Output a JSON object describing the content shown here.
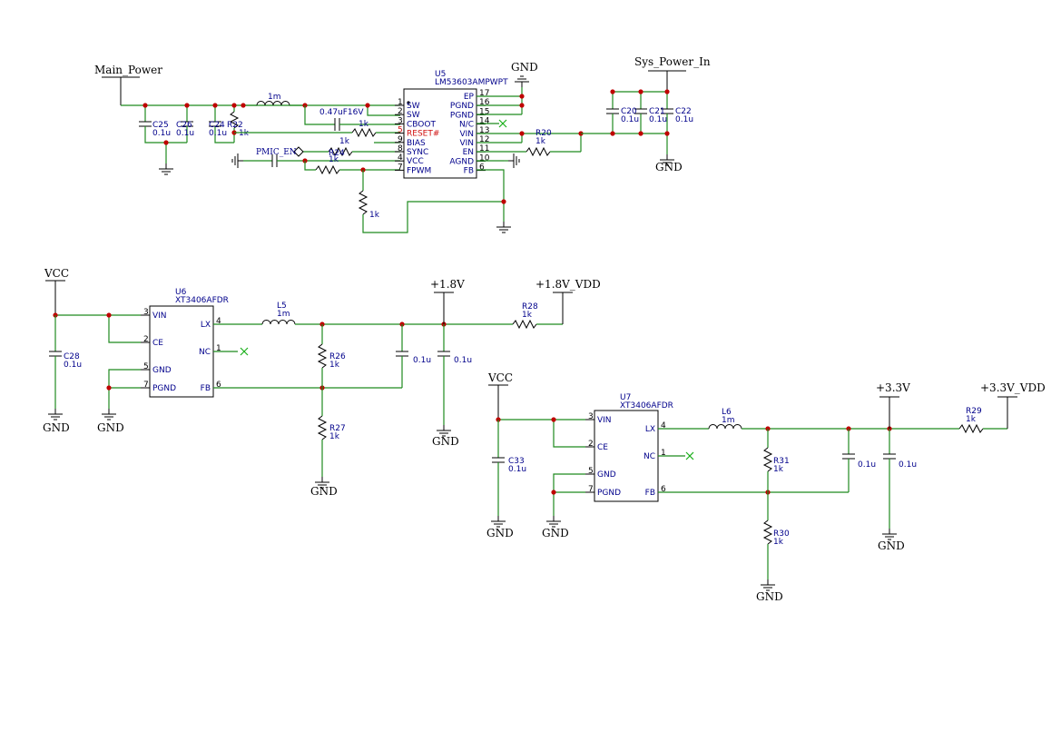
{
  "nets": {
    "main_power": "Main_Power",
    "sys_power_in": "Sys_Power_In",
    "gnd": "GND",
    "vcc": "VCC",
    "v18": "+1.8V",
    "v18_vdd": "+1.8V_VDD",
    "v33": "+3.3V",
    "v33_vdd": "+3.3V_VDD",
    "pmic_en": "PMIC_EN"
  },
  "u5": {
    "ref": "U5",
    "part": "LM53603AMPWPT",
    "left_pins": [
      {
        "num": "1",
        "name": "SW"
      },
      {
        "num": "2",
        "name": "SW"
      },
      {
        "num": "3",
        "name": "CBOOT"
      },
      {
        "num": "5",
        "name": "RESET#"
      },
      {
        "num": "9",
        "name": "BIAS"
      },
      {
        "num": "8",
        "name": "SYNC"
      },
      {
        "num": "4",
        "name": "VCC"
      },
      {
        "num": "7",
        "name": "FPWM"
      }
    ],
    "right_pins": [
      {
        "num": "17",
        "name": "EP"
      },
      {
        "num": "16",
        "name": "PGND"
      },
      {
        "num": "15",
        "name": "PGND"
      },
      {
        "num": "14",
        "name": "N/C"
      },
      {
        "num": "13",
        "name": "VIN"
      },
      {
        "num": "12",
        "name": "VIN"
      },
      {
        "num": "11",
        "name": "EN"
      },
      {
        "num": "10",
        "name": "AGND"
      },
      {
        "num": "6",
        "name": "FB"
      }
    ]
  },
  "u6": {
    "ref": "U6",
    "part": "XT3406AFDR",
    "left_pins": [
      {
        "num": "3",
        "name": "VIN"
      },
      {
        "num": "2",
        "name": "CE"
      },
      {
        "num": "5",
        "name": "GND"
      },
      {
        "num": "7",
        "name": "PGND"
      }
    ],
    "right_pins": [
      {
        "num": "4",
        "name": "LX"
      },
      {
        "num": "1",
        "name": "NC"
      },
      {
        "num": "6",
        "name": "FB"
      }
    ]
  },
  "u7": {
    "ref": "U7",
    "part": "XT3406AFDR",
    "left_pins": [
      {
        "num": "3",
        "name": "VIN"
      },
      {
        "num": "2",
        "name": "CE"
      },
      {
        "num": "5",
        "name": "GND"
      },
      {
        "num": "7",
        "name": "PGND"
      }
    ],
    "right_pins": [
      {
        "num": "4",
        "name": "LX"
      },
      {
        "num": "1",
        "name": "NC"
      },
      {
        "num": "6",
        "name": "FB"
      }
    ]
  },
  "parts": {
    "c25": {
      "ref": "C25",
      "value": "0.1u"
    },
    "c26": {
      "ref": "C26",
      "value": "0.1u"
    },
    "c24": {
      "ref": "C24",
      "value": "0.1u"
    },
    "r22": {
      "ref": "R22",
      "value": "1k"
    },
    "l_top": {
      "value": "1m"
    },
    "c_boot": {
      "value": "0.47uF16V"
    },
    "r_reset": {
      "value": "1k"
    },
    "r_sync": {
      "ref": "R24",
      "value": "1k"
    },
    "r_fpwm": {
      "value": "1k"
    },
    "r_fb5": {
      "value": "1k"
    },
    "r20": {
      "ref": "R20",
      "value": "1k"
    },
    "c20": {
      "ref": "C20",
      "value": "0.1u"
    },
    "c21": {
      "ref": "C21",
      "value": "0.1u"
    },
    "c22": {
      "ref": "C22",
      "value": "0.1u"
    },
    "c28": {
      "ref": "C28",
      "value": "0.1u"
    },
    "l5": {
      "ref": "L5",
      "value": "1m"
    },
    "r26": {
      "ref": "R26",
      "value": "1k"
    },
    "r27": {
      "ref": "R27",
      "value": "1k"
    },
    "c_18a": {
      "value": "0.1u"
    },
    "c_18b": {
      "value": "0.1u"
    },
    "r28": {
      "ref": "R28",
      "value": "1k"
    },
    "c33": {
      "ref": "C33",
      "value": "0.1u"
    },
    "l6": {
      "ref": "L6",
      "value": "1m"
    },
    "r31": {
      "ref": "R31",
      "value": "1k"
    },
    "r30": {
      "ref": "R30",
      "value": "1k"
    },
    "c_33a": {
      "value": "0.1u"
    },
    "c_33b": {
      "value": "0.1u"
    },
    "r29": {
      "ref": "R29",
      "value": "1k"
    }
  }
}
